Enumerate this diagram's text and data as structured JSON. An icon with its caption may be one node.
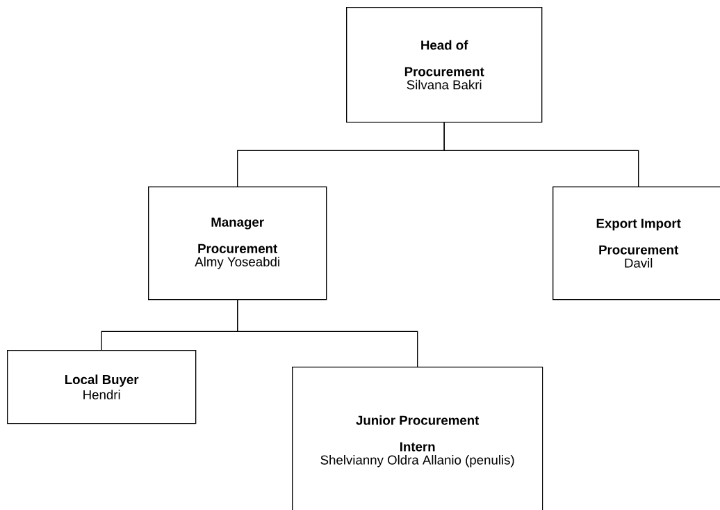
{
  "diagram": {
    "nodes": [
      {
        "text": [
          "Head of Procurement",
          "Silvana Bakri"
        ]
      },
      {
        "text": [
          "Manager Procurement",
          "Almy Yoseabdi"
        ]
      },
      {
        "text": [
          "Export Import Procurement",
          "Davil"
        ]
      },
      {
        "text": [
          "Local Buyer",
          "Hendri"
        ]
      },
      {
        "text": [
          "Junior Procurement Intern",
          "Shelvianny Oldra Allanio (penulis)"
        ]
      }
    ],
    "edges": [
      {
        "from": 0,
        "to": 1,
        "arrow": "none"
      },
      {
        "from": 0,
        "to": 2,
        "arrow": "none"
      },
      {
        "from": 1,
        "to": 3,
        "arrow": "none"
      },
      {
        "from": 1,
        "to": 4,
        "arrow": "none"
      }
    ]
  }
}
